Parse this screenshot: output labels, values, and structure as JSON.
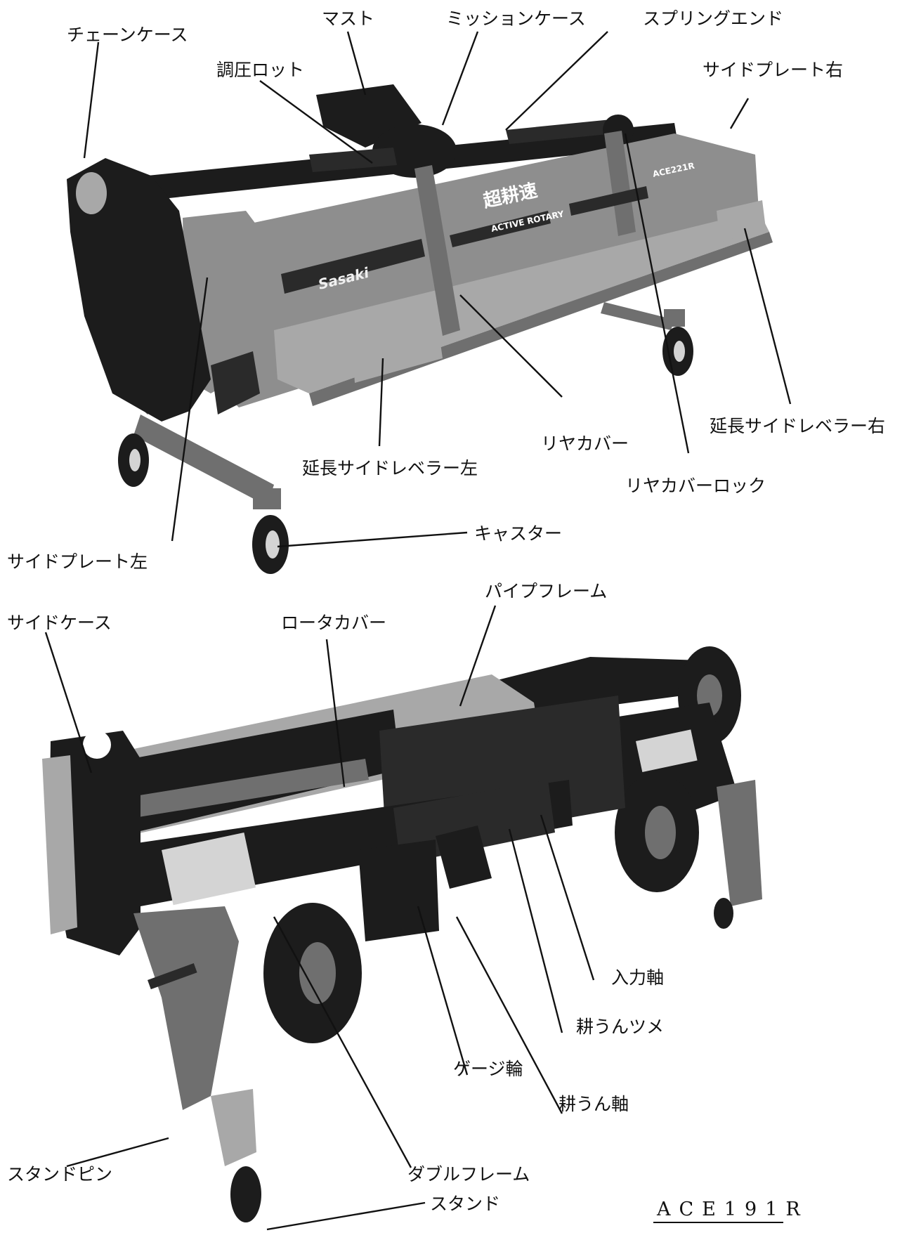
{
  "labels": {
    "top": {
      "chain_case": "チェーンケース",
      "mast": "マスト",
      "mission_case": "ミッションケース",
      "spring_end": "スプリングエンド",
      "pressure_rod": "調圧ロット",
      "side_plate_right": "サイドプレート右",
      "ext_side_leveler_right": "延長サイドレベラー右",
      "rear_cover": "リヤカバー",
      "ext_side_leveler_left": "延長サイドレベラー左",
      "rear_cover_lock": "リヤカバーロック",
      "caster": "キャスター",
      "side_plate_left": "サイドプレート左"
    },
    "bottom": {
      "pipe_frame": "パイプフレーム",
      "side_case": "サイドケース",
      "rotor_cover": "ロータカバー",
      "input_shaft": "入力軸",
      "tilling_claw": "耕うんツメ",
      "gauge_wheel": "ゲージ輪",
      "tilling_shaft": "耕うん軸",
      "stand_pin": "スタンドピン",
      "double_frame": "ダブルフレーム",
      "stand": "スタンド"
    },
    "model": "ACE191R"
  },
  "product_markings": {
    "brand": "Sasaki",
    "name_jp": "超耕速",
    "badge": "ACTIVE ROTARY",
    "model_plate": "ACE221R"
  },
  "colors": {
    "body_gray": "#8e8e8e",
    "frame_black": "#1c1c1c",
    "background": "#ffffff"
  }
}
